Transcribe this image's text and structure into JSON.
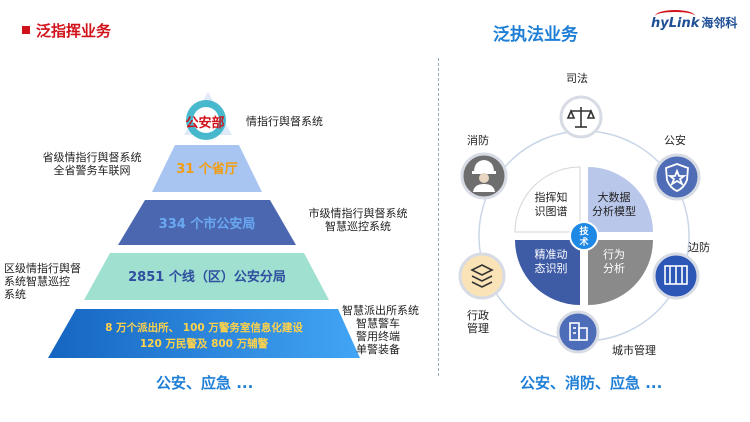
{
  "left": {
    "title": "泛指挥业务",
    "levels": [
      {
        "name": "公安部",
        "annotation": "情指行舆督系统"
      },
      {
        "name": "31 个省厅",
        "annotation_lines": [
          "省级情指行舆督系统",
          "全省警务车联网"
        ]
      },
      {
        "name": "334 个市公安局",
        "annotation_lines": [
          "市级情指行舆督系统",
          "智慧巡控系统"
        ]
      },
      {
        "name": "2851 个线（区）公安分局",
        "annotation_lines": [
          "区级情指行舆督",
          "系统智慧巡控",
          "系统"
        ]
      },
      {
        "name_lines": [
          "8 万个派出所、 100 万警务室信息化建设",
          "120 万民警及 800 万辅警"
        ],
        "annotation_lines": [
          "智慧派出所系统",
          "智慧警车",
          "警用终端",
          "单警装备"
        ]
      }
    ],
    "footer": "公安、应急 ..."
  },
  "right": {
    "title": "泛执法业务",
    "logo": {
      "brand": "hyLink",
      "cn": "海邻科"
    },
    "center": {
      "q1": [
        "指挥知",
        "识图谱"
      ],
      "q2": [
        "大数据",
        "分析模型"
      ],
      "q3": [
        "精准动",
        "态识别"
      ],
      "q4": [
        "行为",
        "分析"
      ],
      "core": "技术"
    },
    "nodes": [
      {
        "label": "司法",
        "icon": "scales-icon"
      },
      {
        "label": "公安",
        "icon": "police-badge-icon"
      },
      {
        "label": "边防",
        "icon": "border-gate-icon"
      },
      {
        "label": "城市管理",
        "icon": "city-building-icon"
      },
      {
        "label_lines": [
          "行政",
          "管理"
        ],
        "icon": "layers-icon"
      },
      {
        "label": "消防",
        "icon": "firefighter-icon"
      }
    ],
    "footer": "公安、消防、应急 ..."
  },
  "colors": {
    "red": "#d0121b",
    "blue": "#1f7fd6",
    "navy": "#2f4f9f",
    "orange": "#f39c12",
    "tier1": "#a7c5f0",
    "tier2": "#4b67b0",
    "tier3": "#9fe0d0",
    "tier4": "#1f7fd6"
  }
}
